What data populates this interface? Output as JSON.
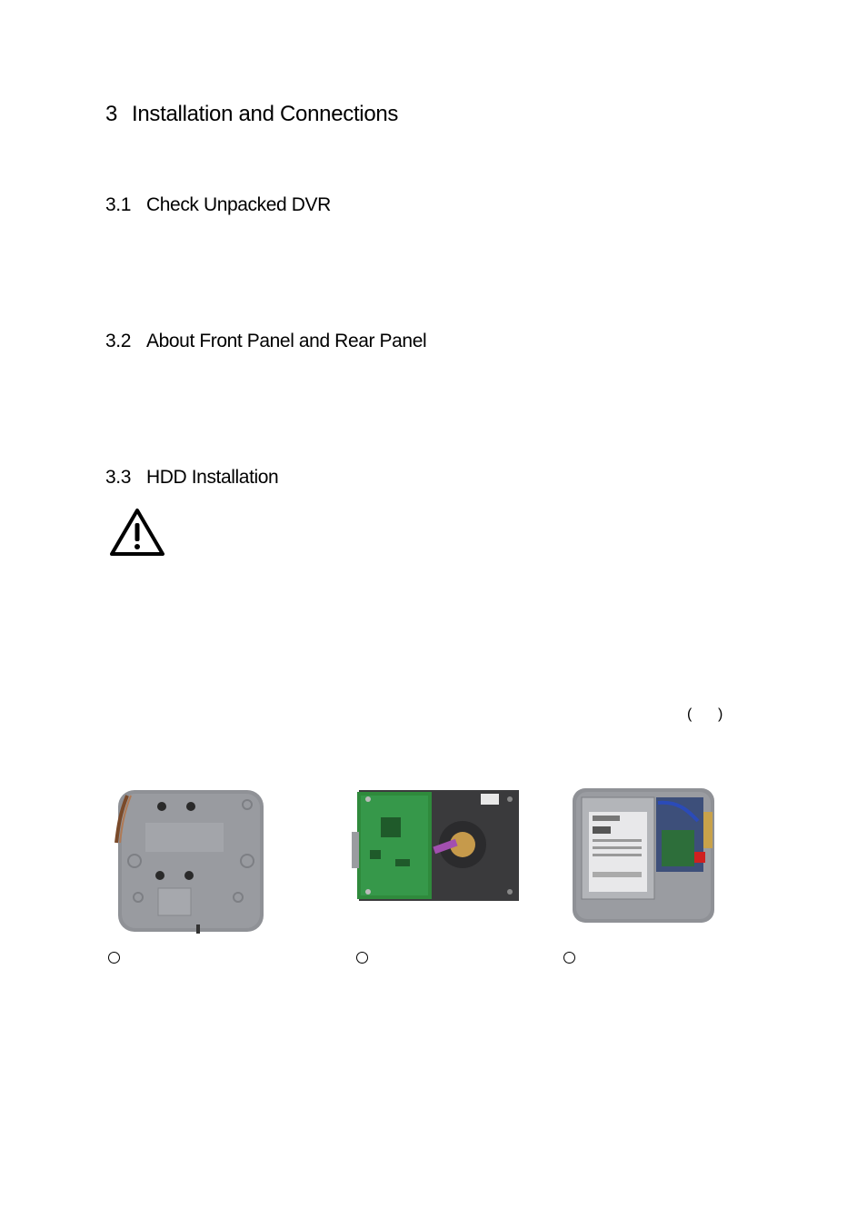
{
  "chapter": {
    "number": "3",
    "title": "Installation and Connections"
  },
  "sections": [
    {
      "number": "3.1",
      "title": "Check Unpacked DVR"
    },
    {
      "number": "3.2",
      "title": "About Front Panel and Rear Panel"
    },
    {
      "number": "3.3",
      "title": "HDD Installation"
    }
  ],
  "paren_open": "(",
  "paren_close": ")",
  "icons": {
    "warning": "warning-triangle-icon",
    "step_marker": "circle-icon"
  },
  "colors": {
    "text": "#000000",
    "device_gray": "#8e9094",
    "pcb_green": "#2f8a3c"
  }
}
